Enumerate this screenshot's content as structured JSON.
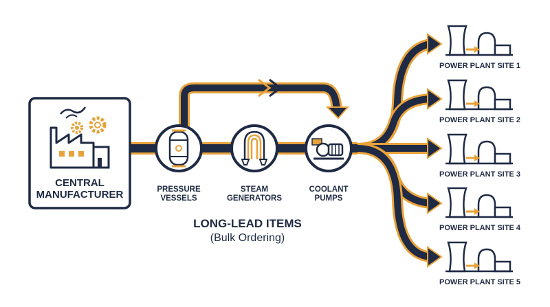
{
  "manufacturer": {
    "line1": "CENTRAL",
    "line2": "MANUFACTURER",
    "icon": "factory-icon"
  },
  "components": [
    {
      "line1": "PRESSURE",
      "line2": "VESSELS",
      "icon": "pressure-vessel-icon"
    },
    {
      "line1": "STEAM",
      "line2": "GENERATORS",
      "icon": "steam-generator-icon"
    },
    {
      "line1": "COOLANT",
      "line2": "PUMPS",
      "icon": "coolant-pump-icon"
    }
  ],
  "caption": {
    "title": "LONG-LEAD ITEMS",
    "subtitle": "(Bulk Ordering)"
  },
  "sites": [
    {
      "label": "POWER PLANT SITE 1",
      "icon": "power-plant-icon"
    },
    {
      "label": "POWER PLANT SITE 2",
      "icon": "power-plant-icon"
    },
    {
      "label": "POWER PLANT SITE 3",
      "icon": "power-plant-icon"
    },
    {
      "label": "POWER PLANT SITE 4",
      "icon": "power-plant-icon"
    },
    {
      "label": "POWER PLANT SITE 5",
      "icon": "power-plant-icon"
    }
  ],
  "colors": {
    "navy": "#1f2a44",
    "orange": "#e8a23a",
    "white": "#ffffff"
  }
}
